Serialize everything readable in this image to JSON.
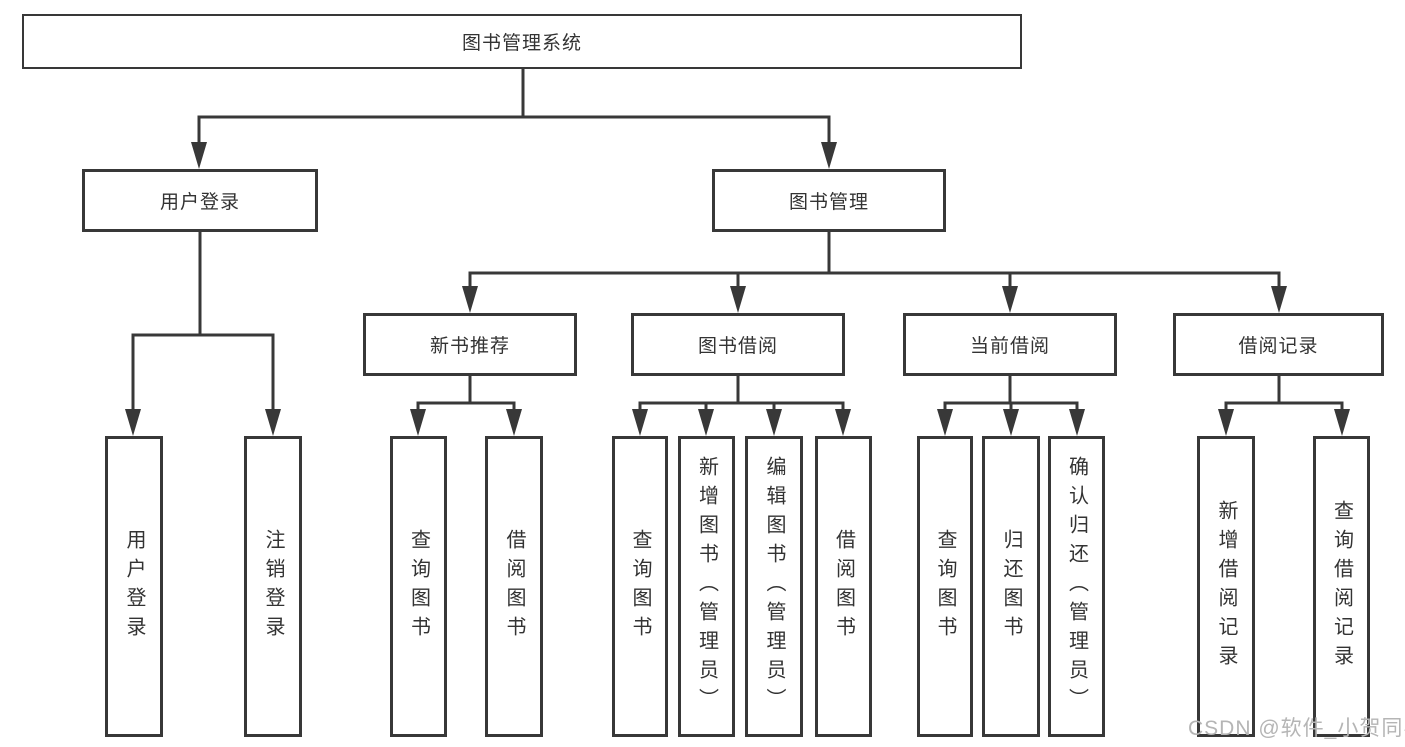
{
  "diagram": {
    "tree": {
      "label": "图书管理系统",
      "children": [
        {
          "label": "用户登录",
          "children": [
            {
              "label": "用户登录"
            },
            {
              "label": "注销登录"
            }
          ]
        },
        {
          "label": "图书管理",
          "children": [
            {
              "label": "新书推荐",
              "children": [
                {
                  "label": "查询图书"
                },
                {
                  "label": "借阅图书"
                }
              ]
            },
            {
              "label": "图书借阅",
              "children": [
                {
                  "label": "查询图书"
                },
                {
                  "label": "新增图书（管理员）"
                },
                {
                  "label": "编辑图书（管理员）"
                },
                {
                  "label": "借阅图书"
                }
              ]
            },
            {
              "label": "当前借阅",
              "children": [
                {
                  "label": "查询图书"
                },
                {
                  "label": "归还图书"
                },
                {
                  "label": "确认归还（管理员）"
                }
              ]
            },
            {
              "label": "借阅记录",
              "children": [
                {
                  "label": "新增借阅记录"
                },
                {
                  "label": "查询借阅记录"
                }
              ]
            }
          ]
        }
      ]
    },
    "watermark": "CSDN @软件_小贺同学",
    "colors": {
      "line": "#383838",
      "text": "#333333",
      "background": "#ffffff",
      "watermark": "#b5b5b5"
    }
  }
}
